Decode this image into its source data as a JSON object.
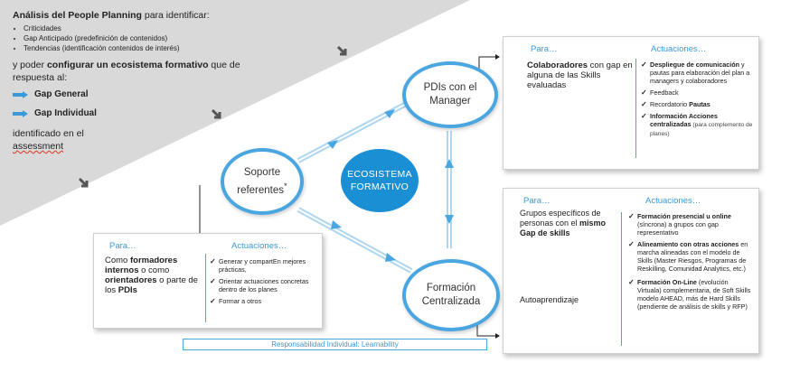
{
  "intro": {
    "title_bold": "Análisis del People Planning",
    "title_rest": " para identificar:",
    "bullets": [
      "Criticidades",
      "Gap Anticipado (predefinición de contenidos)",
      "Tendencias (identificación contenidos de interés)"
    ],
    "para1_pre": "y poder ",
    "para1_bold": "configurar un ecosistema formativo",
    "para1_post": " que de respuesta al:",
    "gap_general": "Gap General",
    "gap_individual": "Gap Individual",
    "para2_line1": "identificado en el",
    "para2_line2": "assessment"
  },
  "center": {
    "line1": "ECOSISTEMA",
    "line2": "FORMATIVO"
  },
  "nodes": {
    "manager": {
      "line1": "PDIs con el",
      "line2": "Manager"
    },
    "soporte": {
      "line1": "Soporte",
      "line2": "referentes",
      "mark": "*"
    },
    "formacion": {
      "line1": "Formación",
      "line2": "Centralizada"
    }
  },
  "card_manager": {
    "para_head": "Para…",
    "act_head": "Actuaciones…",
    "para_bold": "Colaboradores",
    "para_rest": " con gap en alguna de las Skills evaluadas",
    "items": [
      {
        "bold": "Despliegue de comunicación",
        "rest": " y pautas para elaboración del plan a managers y colaboradores"
      },
      {
        "bold": "",
        "rest": "Feedback"
      },
      {
        "bold": "",
        "rest": "Recordatorio ",
        "bold2": "Pautas"
      },
      {
        "bold": "Información Acciones centralizadas",
        "sub": " (para complemento de planes)"
      }
    ]
  },
  "card_formacion": {
    "para_head": "Para…",
    "act_head": "Actuaciones…",
    "para1_pre": "Grupos específicos de personas con el ",
    "para1_bold": "mismo Gap de skills",
    "para2": "Autoaprendizaje",
    "items": [
      {
        "bold": "Formación presencial u online",
        "rest": " (síncrona) a grupos con gap representativo"
      },
      {
        "bold": "Alineamiento con otras acciones",
        "rest": " en marcha alineadas con el modelo de Skills (Master Riesgos, Programas de Reskilling, Comunidad Analytics, etc.)"
      },
      {
        "bold": "Formación On-Line",
        "rest": " (evolución Virtuala) complementaria, de Soft Skills modelo AHEAD, más de Hard Skills (pendiente de análisis de skills y RFP)"
      }
    ]
  },
  "card_soporte": {
    "para_head": "Para…",
    "act_head": "Actuaciones…",
    "para_pre": "Como ",
    "para_bold1": "formadores internos",
    "para_mid": " o como ",
    "para_bold2": "orientadores",
    "para_mid2": " o parte de los ",
    "para_bold3": "PDIs",
    "items": [
      {
        "rest": "Generar y compartEn mejores prácticas,"
      },
      {
        "rest": "Orientar actuaciones concretas dentro de los planes"
      },
      {
        "rest": "Formar a otros"
      }
    ]
  },
  "footer": {
    "responsabilidad": "Responsabilidad Individual: Learnability"
  },
  "colors": {
    "accent": "#4aa6e0",
    "center_fill": "#1b8fd4",
    "bg_triangle": "#d9d9d9"
  }
}
